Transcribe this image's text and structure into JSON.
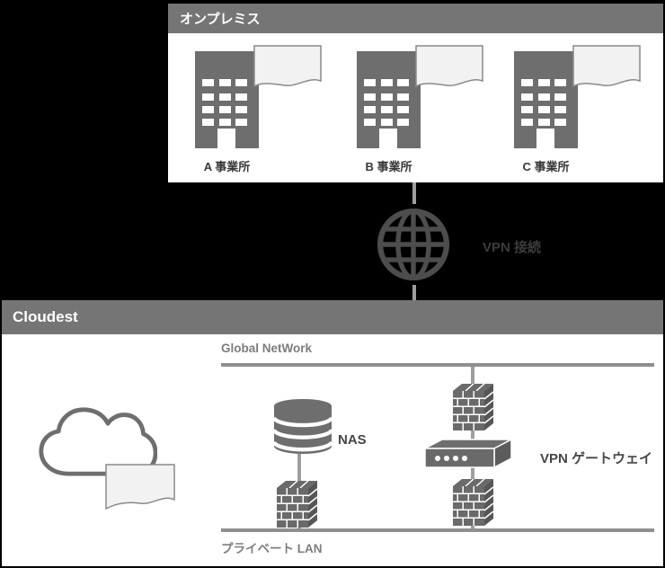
{
  "onprem": {
    "title": "オンプレミス",
    "offices": [
      {
        "label": "A 事業所"
      },
      {
        "label": "B 事業所"
      },
      {
        "label": "C 事業所"
      }
    ]
  },
  "connection": {
    "label": "VPN 接続"
  },
  "cloudest": {
    "title": "Cloudest",
    "global_network_label": "Global NetWork",
    "nas_label": "NAS",
    "vpn_gateway_label": "VPN ゲートウェイ",
    "private_lan_label": "プライベート LAN"
  },
  "icons": [
    "building-icon",
    "document-icon",
    "globe-icon",
    "cloud-icon",
    "nas-cylinder-icon",
    "firewall-icon",
    "vpn-gateway-icon"
  ],
  "colors": {
    "background": "#000000",
    "panel_header": "#757575",
    "panel_body": "#ffffff",
    "icon_gray": "#6e6e6e",
    "firewall_side": "#565656",
    "connector_line": "#9e9e9e",
    "network_line": "#8f8f8f",
    "globe_stroke": "#4d4d4d",
    "muted_label": "#7d7d7d",
    "dark_label": "#3c3c3c",
    "document_fill": "#f2f2f2"
  }
}
